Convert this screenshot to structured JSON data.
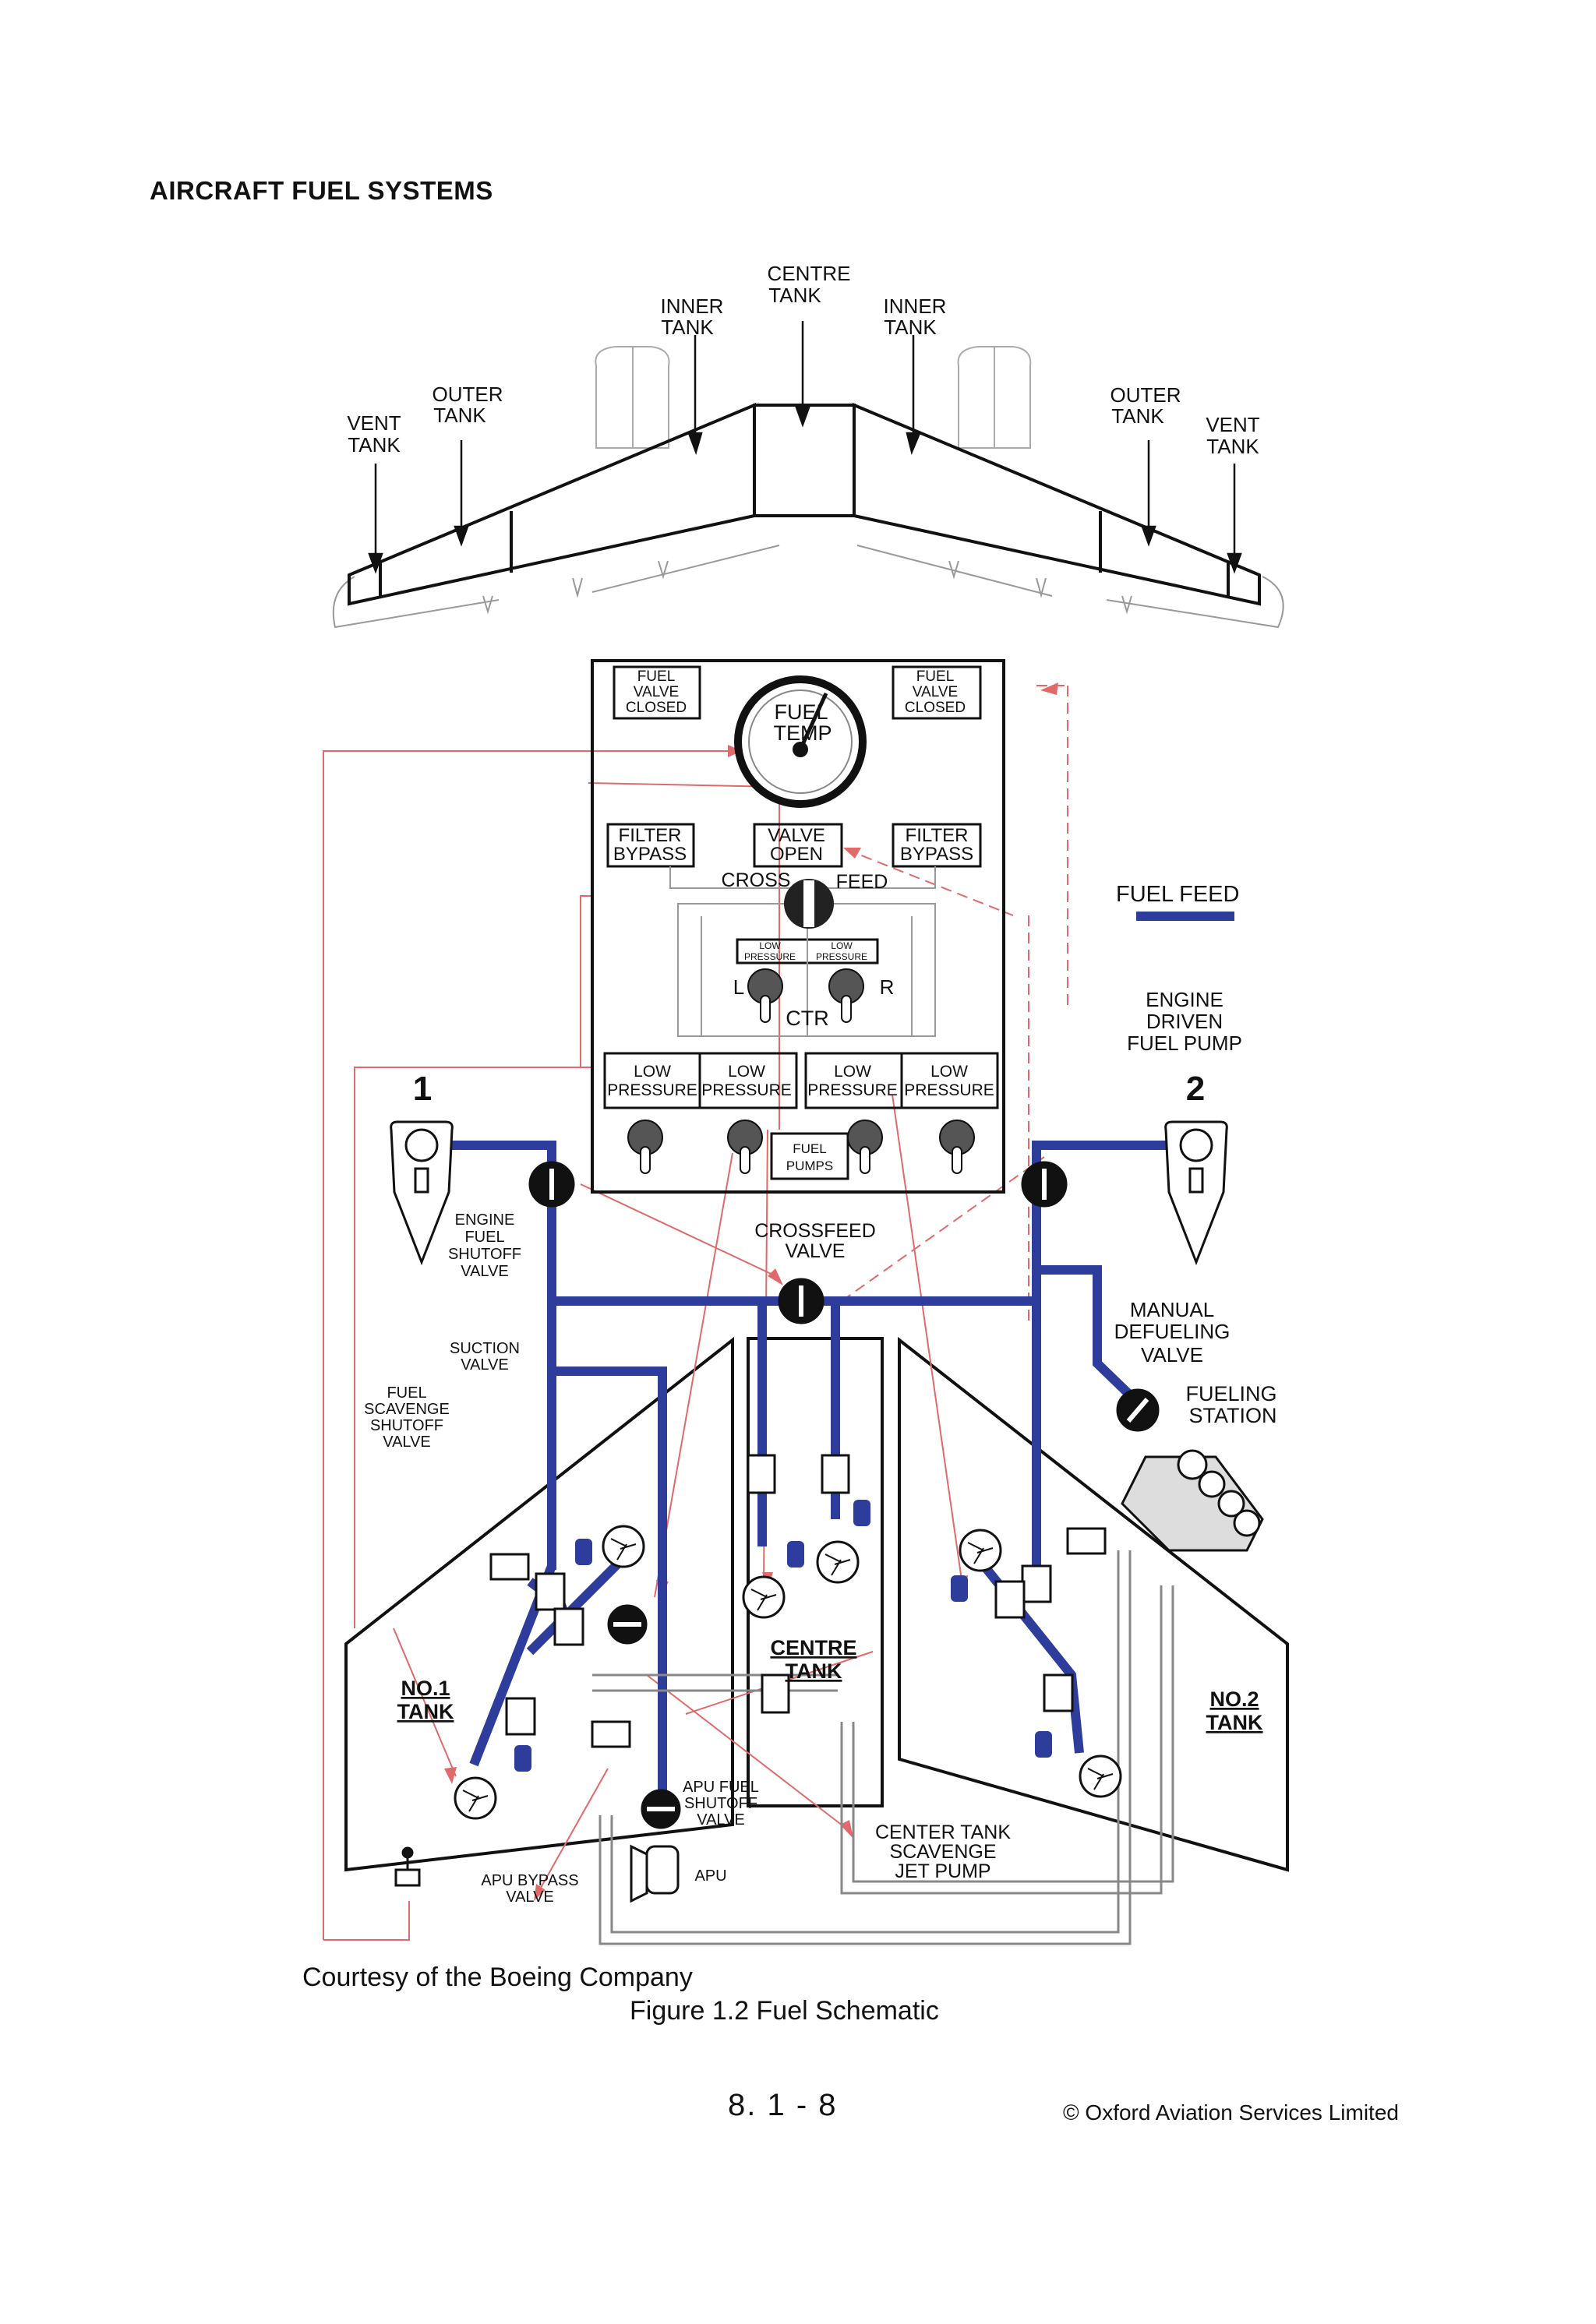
{
  "header": {
    "title": "AIRCRAFT FUEL SYSTEMS"
  },
  "wing": {
    "centre_tank": [
      "CENTRE",
      "TANK"
    ],
    "inner_tank_left": [
      "INNER",
      "TANK"
    ],
    "inner_tank_right": [
      "INNER",
      "TANK"
    ],
    "outer_tank_left": [
      "OUTER",
      "TANK"
    ],
    "outer_tank_right": [
      "OUTER",
      "TANK"
    ],
    "vent_tank_left": [
      "VENT",
      "TANK"
    ],
    "vent_tank_right": [
      "VENT",
      "TANK"
    ]
  },
  "panel": {
    "fuel_valve_closed_left": [
      "FUEL",
      "VALVE",
      "CLOSED"
    ],
    "fuel_valve_closed_right": [
      "FUEL",
      "VALVE",
      "CLOSED"
    ],
    "fuel_temp": [
      "FUEL",
      "TEMP"
    ],
    "filter_bypass_left": [
      "FILTER",
      "BYPASS"
    ],
    "valve_open": [
      "VALVE",
      "OPEN"
    ],
    "filter_bypass_right": [
      "FILTER",
      "BYPASS"
    ],
    "cross": "CROSS",
    "feed": "FEED",
    "low_pressure_small": [
      "LOW",
      "PRESSURE"
    ],
    "switch_l": "L",
    "switch_r": "R",
    "switch_ctr": "CTR",
    "low_pressure": [
      "LOW",
      "PRESSURE"
    ],
    "fuel_pumps": [
      "FUEL",
      "PUMPS"
    ]
  },
  "legend": {
    "label": "FUEL FEED",
    "color": "#2e3c9c"
  },
  "labels": {
    "engine_driven_fuel_pump": [
      "ENGINE",
      "DRIVEN",
      "FUEL PUMP"
    ],
    "engine_1": "1",
    "engine_2": "2",
    "engine_fuel_shutoff_valve": [
      "ENGINE",
      "FUEL",
      "SHUTOFF",
      "VALVE"
    ],
    "crossfeed_valve": [
      "CROSSFEED",
      "VALVE"
    ],
    "manual_defueling_valve": [
      "MANUAL",
      "DEFUELING",
      "VALVE"
    ],
    "fueling_station": [
      "FUELING",
      "STATION"
    ],
    "suction_valve": [
      "SUCTION",
      "VALVE"
    ],
    "fuel_scavenge_shutoff_valve": [
      "FUEL",
      "SCAVENGE",
      "SHUTOFF",
      "VALVE"
    ],
    "centre_tank": [
      "CENTRE",
      "TANK"
    ],
    "no1_tank": [
      "NO.1",
      "TANK"
    ],
    "no2_tank": [
      "NO.2",
      "TANK"
    ],
    "apu_fuel_shutoff_valve": [
      "APU FUEL",
      "SHUTOFF",
      "VALVE"
    ],
    "apu": "APU",
    "apu_bypass_valve": [
      "APU BYPASS",
      "VALVE"
    ],
    "center_tank_scavenge_jet_pump": [
      "CENTER TANK",
      "SCAVENGE",
      "JET PUMP"
    ]
  },
  "footer": {
    "credit": "Courtesy of the Boeing Company",
    "caption": "Figure 1.2  Fuel Schematic",
    "page_number": "8. 1 - 8",
    "copyright": "© Oxford Aviation Services Limited"
  },
  "colors": {
    "fuel_line": "#2e3c9c",
    "signal_line": "#e06a6a",
    "outline": "#111111"
  }
}
